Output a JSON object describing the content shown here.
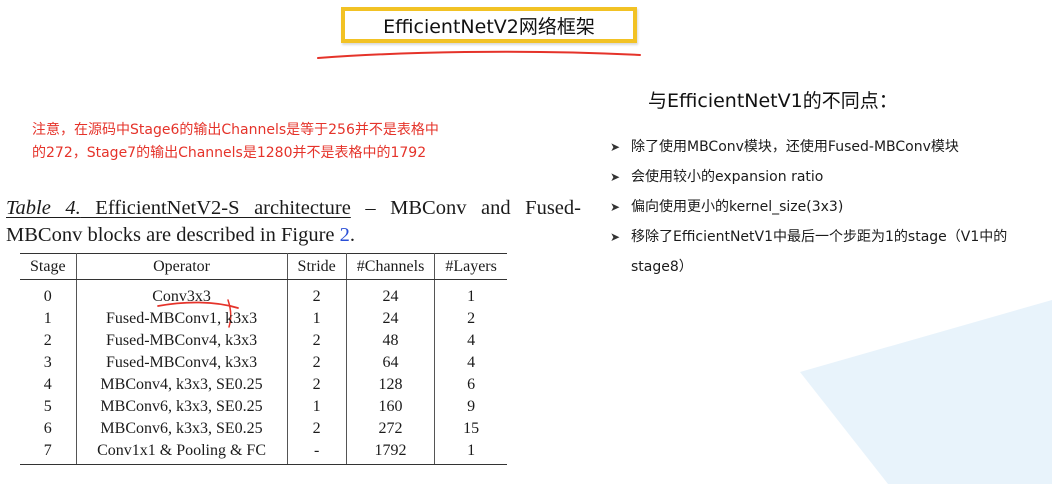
{
  "slide": {
    "title": "EfficientNetV2网络框架",
    "accent_color": "#f2c224",
    "note_color": "#e5332a"
  },
  "note": {
    "line1": "注意，在源码中Stage6的输出Channels是等于256并不是表格中",
    "line2": "的272，Stage7的输出Channels是1280并不是表格中的1792"
  },
  "caption": {
    "label": "Table 4.",
    "text_part1": " EfficientNetV2-S architecture",
    "text_part2": " – MBConv and Fused-MBConv blocks are described in Figure ",
    "figure_ref": "2",
    "end": "."
  },
  "table": {
    "headers": [
      "Stage",
      "Operator",
      "Stride",
      "#Channels",
      "#Layers"
    ],
    "rows": [
      [
        "0",
        "Conv3x3",
        "2",
        "24",
        "1"
      ],
      [
        "1",
        "Fused-MBConv1, k3x3",
        "1",
        "24",
        "2"
      ],
      [
        "2",
        "Fused-MBConv4, k3x3",
        "2",
        "48",
        "4"
      ],
      [
        "3",
        "Fused-MBConv4, k3x3",
        "2",
        "64",
        "4"
      ],
      [
        "4",
        "MBConv4, k3x3, SE0.25",
        "2",
        "128",
        "6"
      ],
      [
        "5",
        "MBConv6, k3x3, SE0.25",
        "1",
        "160",
        "9"
      ],
      [
        "6",
        "MBConv6, k3x3, SE0.25",
        "2",
        "272",
        "15"
      ],
      [
        "7",
        "Conv1x1 & Pooling & FC",
        "-",
        "1792",
        "1"
      ]
    ]
  },
  "differences": {
    "title": "与EfficientNetV1的不同点：",
    "bullet_icon": "arrow-right-icon",
    "items": [
      "除了使用MBConv模块，还使用Fused-MBConv模块",
      "会使用较小的expansion ratio",
      "偏向使用更小的kernel_size(3x3)",
      "移除了EfficientNetV1中最后一个步距为1的stage（V1中的stage8）"
    ]
  }
}
